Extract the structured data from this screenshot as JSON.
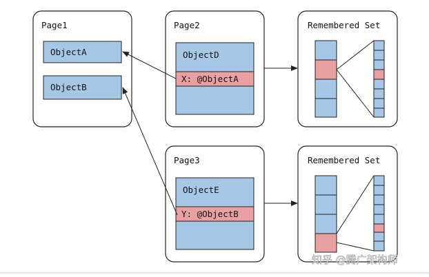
{
  "pages": {
    "page1": {
      "title": "Page1",
      "objects": [
        "ObjectA",
        "ObjectB"
      ]
    },
    "page2": {
      "title": "Page2",
      "object": "ObjectD",
      "reference": "X: @ObjectA"
    },
    "page3": {
      "title": "Page3",
      "object": "ObjectE",
      "reference": "Y: @ObjectB"
    }
  },
  "remembered_sets": {
    "top": {
      "title": "Remembered Set"
    },
    "bottom": {
      "title": "Remembered Set"
    }
  },
  "watermark": "知乎 @腾广架构师",
  "colors": {
    "object_fill": "#a7c7e7",
    "reference_fill": "#e8a0a0",
    "page_border": "#222222",
    "arrow": "#222222"
  }
}
